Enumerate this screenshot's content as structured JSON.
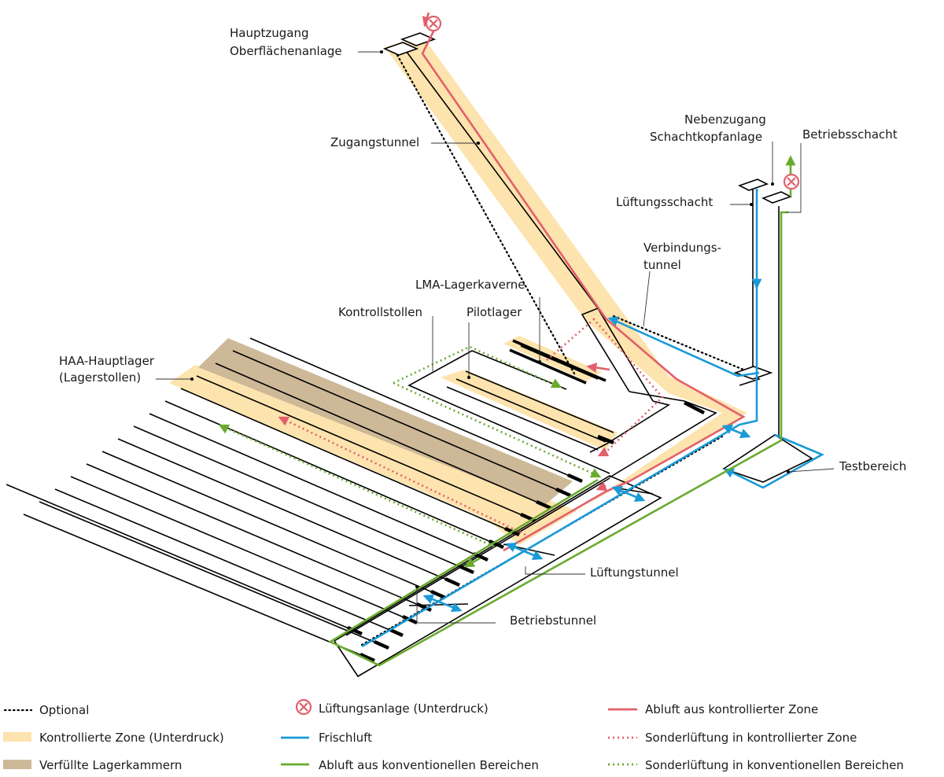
{
  "colors": {
    "controlled_zone": "#fde3ad",
    "backfilled": "#cdb898",
    "exhaust_controlled": "#e2606b",
    "fresh_air": "#1a9ad7",
    "exhaust_conventional": "#6aab2e",
    "black": "#000000"
  },
  "labels": {
    "hauptzugang_l1": "Hauptzugang",
    "hauptzugang_l2": "Oberflächenanlage",
    "zugangstunnel": "Zugangstunnel",
    "nebenzugang_l1": "Nebenzugang",
    "nebenzugang_l2": "Schachtkopfanlage",
    "betriebsschacht": "Betriebsschacht",
    "lueftungsschacht": "Lüftungsschacht",
    "verbindungstunnel_l1": "Verbindungs-",
    "verbindungstunnel_l2": "tunnel",
    "lma": "LMA-Lagerkaverne",
    "kontrollstollen": "Kontrollstollen",
    "pilotlager": "Pilotlager",
    "haa_l1": "HAA-Hauptlager",
    "haa_l2": "(Lagerstollen)",
    "testbereich": "Testbereich",
    "lueftungstunnel": "Lüftungstunnel",
    "betriebstunnel": "Betriebstunnel"
  },
  "legend": {
    "optional": "Optional",
    "controlled_zone": "Kontrollierte Zone (Unterdruck)",
    "backfilled": "Verfüllte Lagerkammern",
    "ventilation_unit": "Lüftungsanlage (Unterdruck)",
    "fresh_air": "Frischluft",
    "exhaust_conventional": "Abluft aus konventionellen Bereichen",
    "exhaust_controlled": "Abluft aus kontrollierter Zone",
    "special_controlled": "Sonderlüftung in kontrollierter Zone",
    "special_conventional": "Sonderlüftung in konventionellen Bereichen"
  },
  "icons": {
    "ventilation_unit": "fan-cross-circle-icon",
    "arrow": "arrow-head-icon"
  }
}
